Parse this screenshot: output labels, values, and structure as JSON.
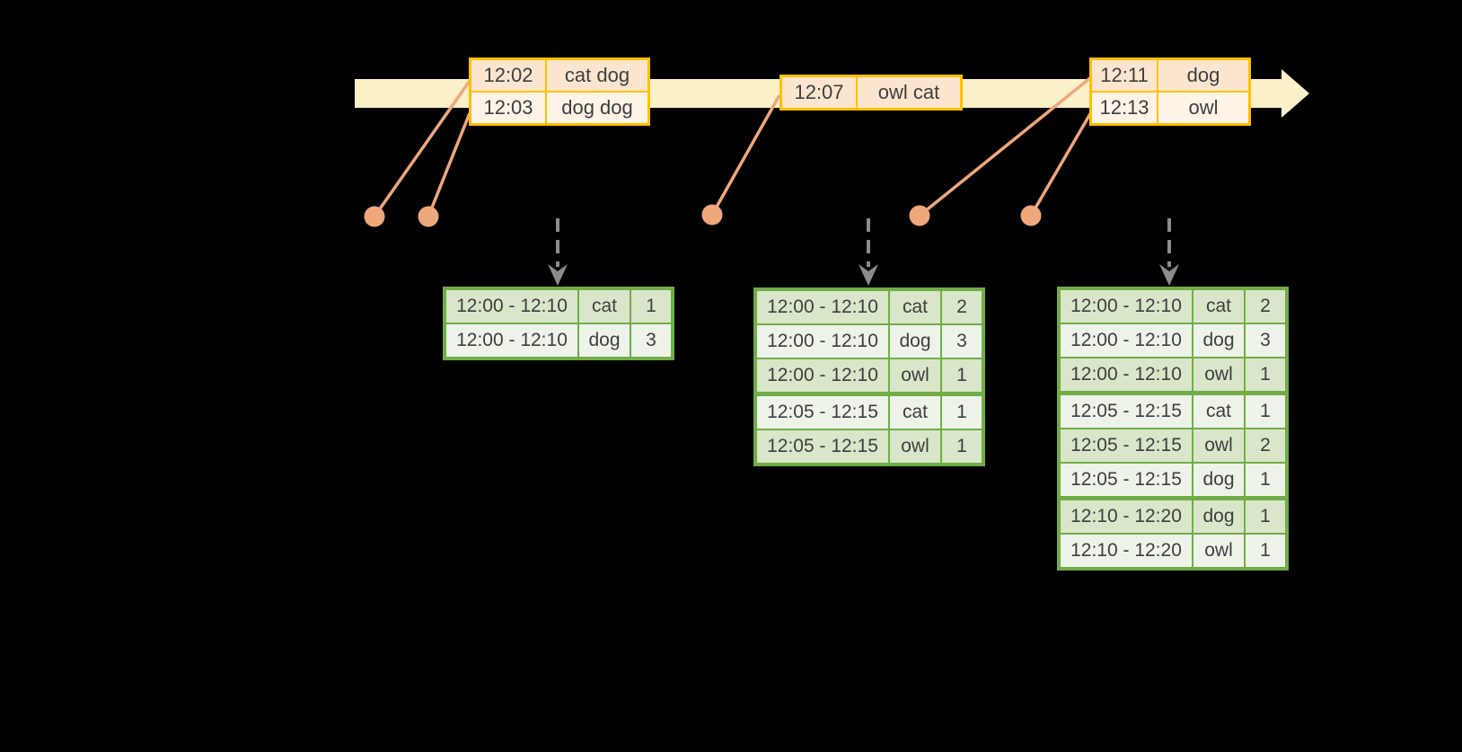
{
  "colors": {
    "background": "#000000",
    "timeline_band": "#FBF0C7",
    "event_border": "#FFC000",
    "event_row_dark": "#FBE5CE",
    "event_row_light": "#FDF3E6",
    "connector": "#EFA77C",
    "trigger_arrow": "#8C8C8C",
    "result_border": "#70AD47",
    "result_row_dark": "#D9E6CA",
    "result_row_light": "#EEF3EA",
    "text": "#3E3E3E"
  },
  "event_tables": [
    {
      "rows": [
        {
          "time": "12:02",
          "words": "cat dog",
          "shade": "dark"
        },
        {
          "time": "12:03",
          "words": "dog dog",
          "shade": "light"
        }
      ]
    },
    {
      "rows": [
        {
          "time": "12:07",
          "words": "owl cat",
          "shade": "dark"
        }
      ]
    },
    {
      "rows": [
        {
          "time": "12:11",
          "words": "dog",
          "shade": "dark"
        },
        {
          "time": "12:13",
          "words": "owl",
          "shade": "light"
        }
      ]
    }
  ],
  "result_tables": [
    {
      "rows": [
        {
          "window": "12:00 - 12:10",
          "word": "cat",
          "count": 1
        },
        {
          "window": "12:00 - 12:10",
          "word": "dog",
          "count": 3
        }
      ]
    },
    {
      "rows": [
        {
          "window": "12:00 - 12:10",
          "word": "cat",
          "count": 2
        },
        {
          "window": "12:00 - 12:10",
          "word": "dog",
          "count": 3
        },
        {
          "window": "12:00 - 12:10",
          "word": "owl",
          "count": 1
        },
        {
          "window": "12:05 - 12:15",
          "word": "cat",
          "count": 1
        },
        {
          "window": "12:05 - 12:15",
          "word": "owl",
          "count": 1
        }
      ]
    },
    {
      "rows": [
        {
          "window": "12:00 - 12:10",
          "word": "cat",
          "count": 2
        },
        {
          "window": "12:00 - 12:10",
          "word": "dog",
          "count": 3
        },
        {
          "window": "12:00 - 12:10",
          "word": "owl",
          "count": 1
        },
        {
          "window": "12:05 - 12:15",
          "word": "cat",
          "count": 1
        },
        {
          "window": "12:05 - 12:15",
          "word": "owl",
          "count": 2
        },
        {
          "window": "12:05 - 12:15",
          "word": "dog",
          "count": 1
        },
        {
          "window": "12:10 - 12:20",
          "word": "dog",
          "count": 1
        },
        {
          "window": "12:10 - 12:20",
          "word": "owl",
          "count": 1
        }
      ]
    }
  ]
}
